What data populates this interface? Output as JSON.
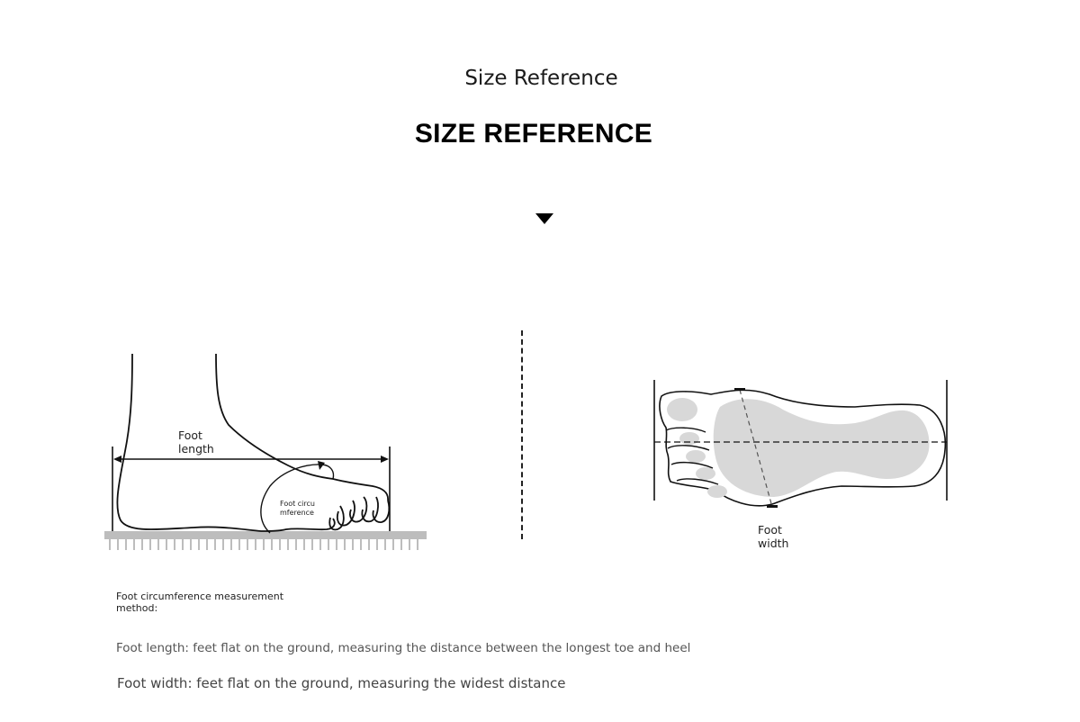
{
  "header": {
    "subtitle": "Size Reference",
    "title": "SIZE REFERENCE"
  },
  "side_diagram": {
    "length_label_line1": "Foot",
    "length_label_line2": "length",
    "circumference_label_line1": "Foot circu",
    "circumference_label_line2": "mference"
  },
  "top_diagram": {
    "width_label_line1": "Foot",
    "width_label_line2": "width"
  },
  "notes": {
    "method_title": "Foot circumference measurement method:",
    "foot_length": "Foot length: feet flat on the ground, measuring the distance between the longest toe and heel",
    "foot_width": "Foot width: feet flat on the ground, measuring the widest distance"
  },
  "colors": {
    "line": "#111111",
    "footprint_fill": "#d8d8d8",
    "ground": "#bdbdbd"
  }
}
